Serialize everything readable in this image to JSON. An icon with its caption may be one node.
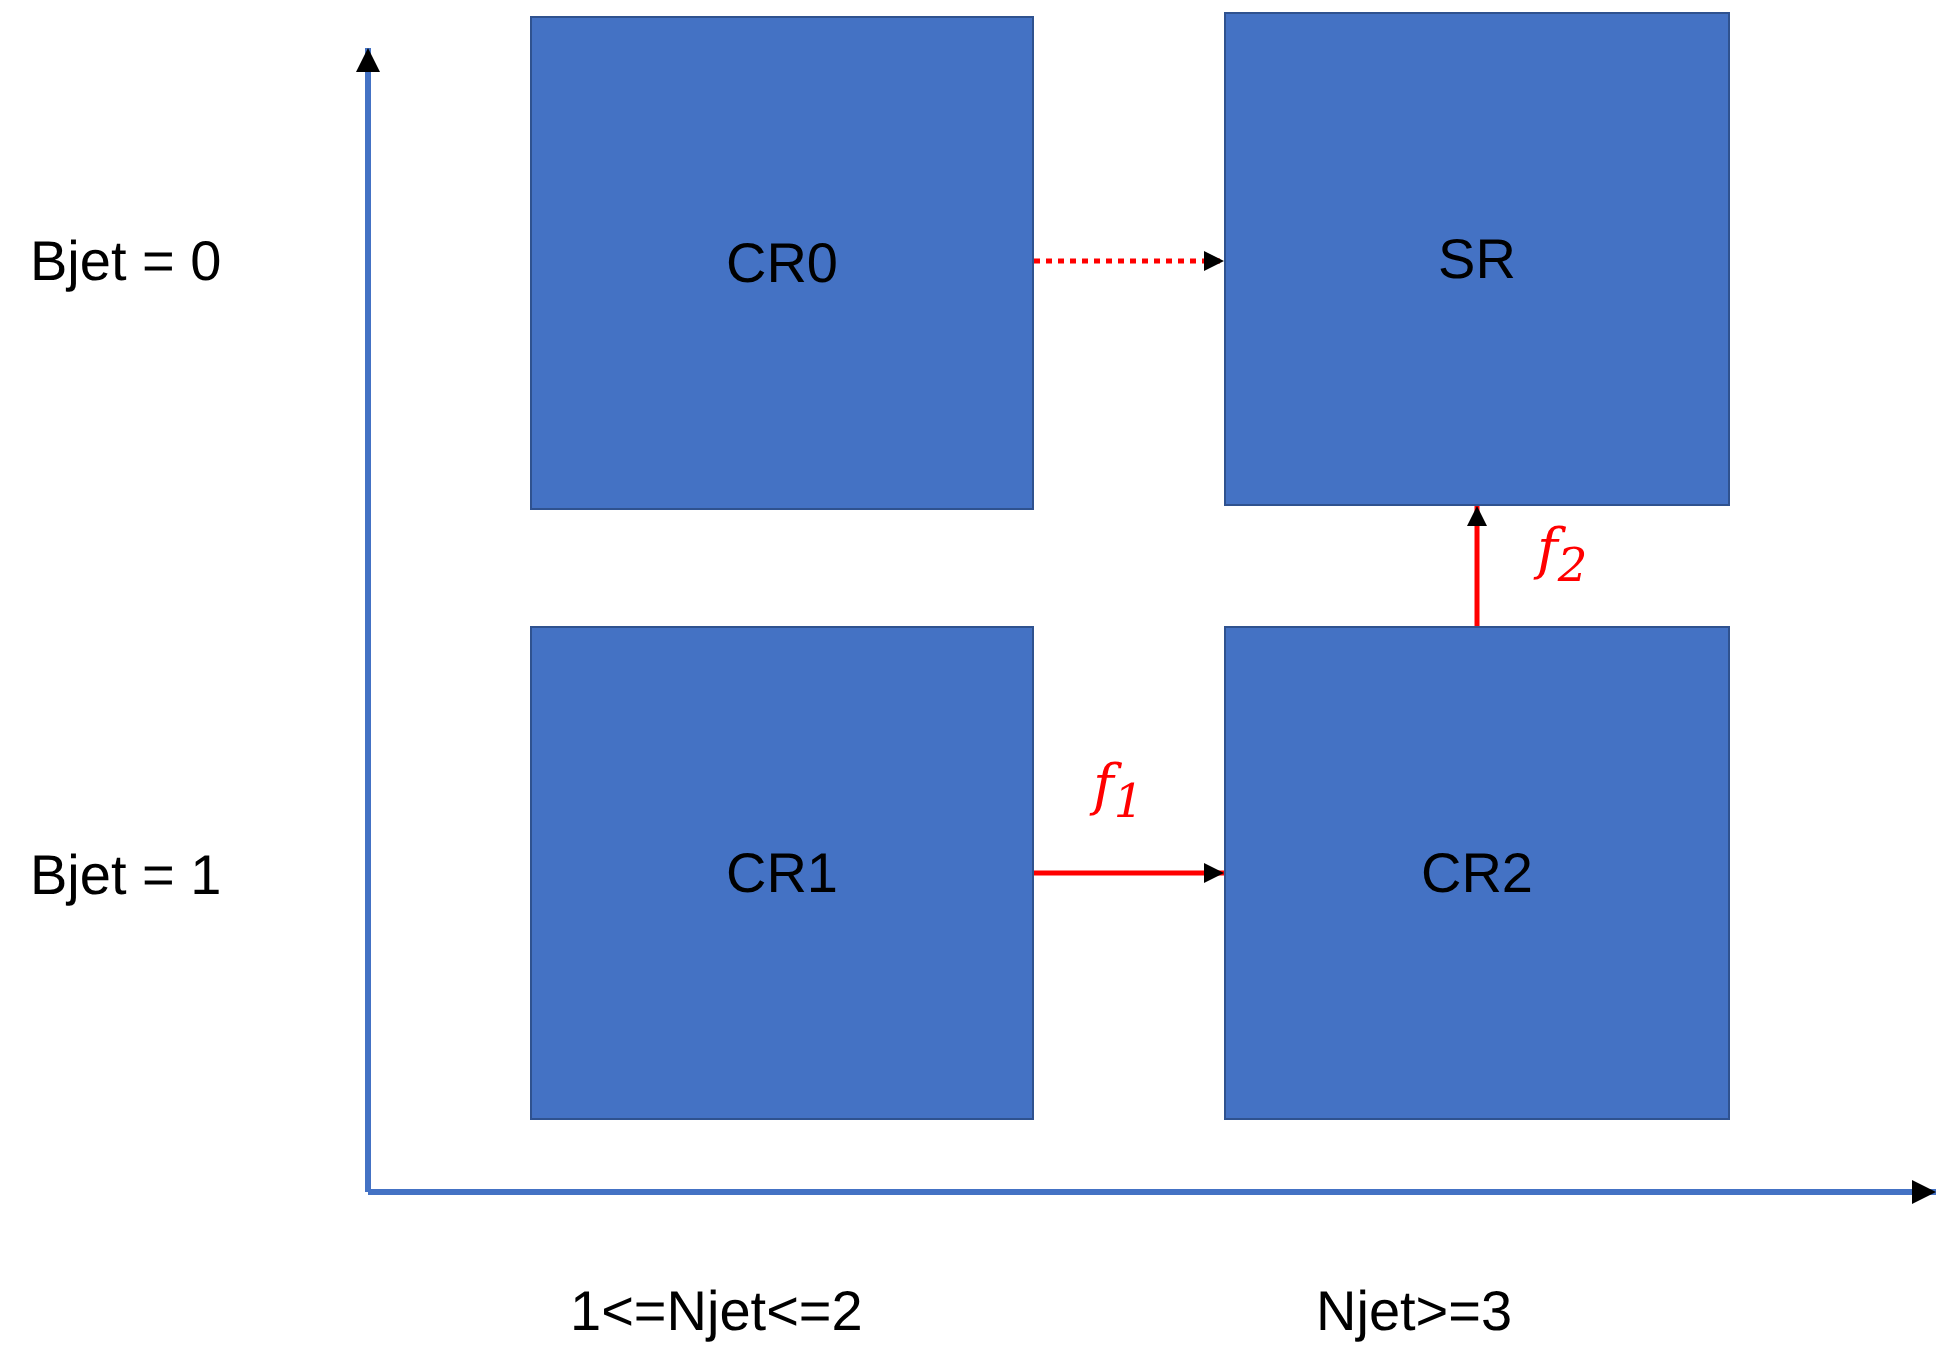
{
  "diagram": {
    "nodes": [
      {
        "text": [
          "CR0"
        ]
      },
      {
        "text": [
          "SR"
        ]
      },
      {
        "text": [
          "CR1"
        ]
      },
      {
        "text": [
          "CR2"
        ]
      }
    ],
    "edges": [
      {
        "from": 0,
        "to": 1,
        "arrow": "to",
        "style": "dashed"
      },
      {
        "from": 2,
        "to": 3,
        "arrow": "to",
        "label": "f$_{1}$"
      },
      {
        "from": 3,
        "to": 1,
        "arrow": "to",
        "label": "f$_{2}$"
      }
    ],
    "labels": [
      "Bjet = 0",
      "Bjet = 1",
      "1<=Njet<=2",
      "Njet>=3"
    ]
  }
}
